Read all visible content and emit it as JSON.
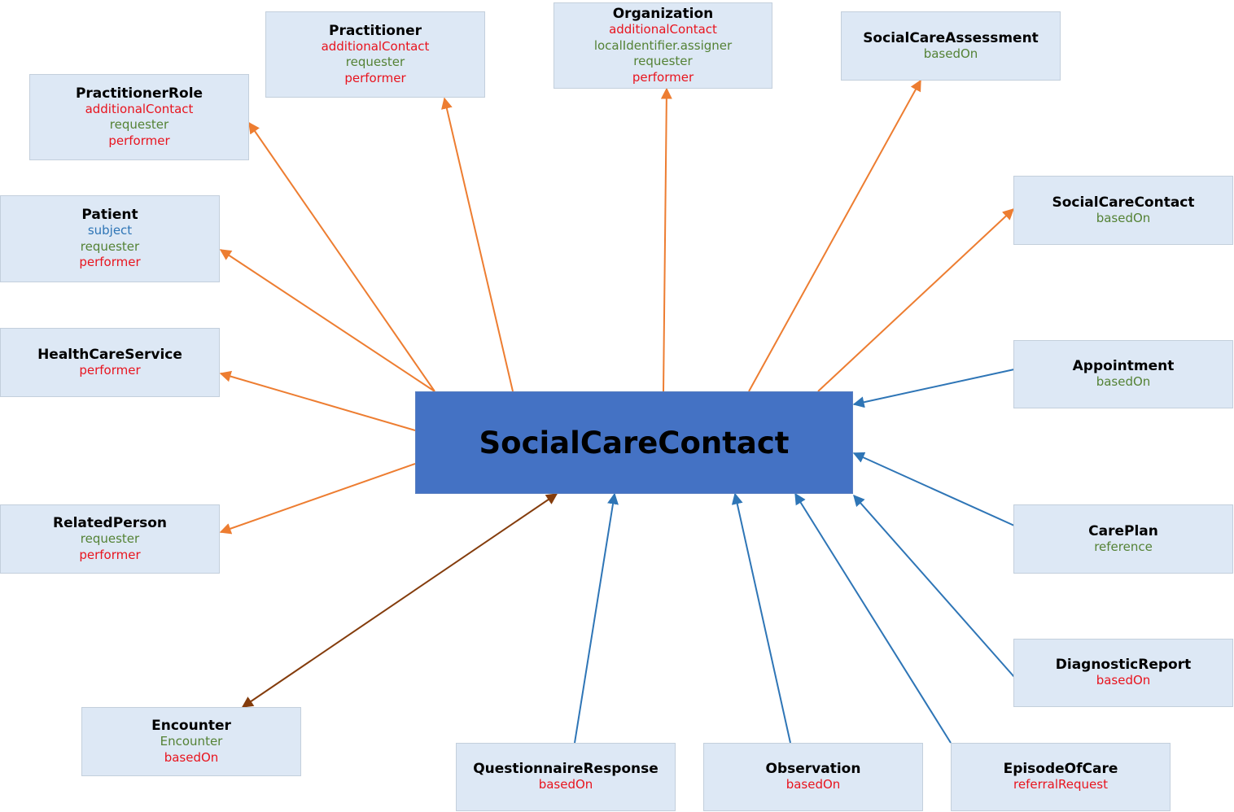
{
  "center": {
    "title": "SocialCareContact"
  },
  "colors": {
    "red": "#e8141e",
    "green": "#548235",
    "blue": "#2e75b6",
    "orange": "#ed7d31",
    "brown": "#843c0c"
  },
  "nodes": {
    "practitionerrole": {
      "title": "PractitionerRole",
      "relations": [
        {
          "label": "additionalContact",
          "color": "red"
        },
        {
          "label": "requester",
          "color": "green"
        },
        {
          "label": "performer",
          "color": "red"
        }
      ]
    },
    "practitioner": {
      "title": "Practitioner",
      "relations": [
        {
          "label": "additionalContact",
          "color": "red"
        },
        {
          "label": "requester",
          "color": "green"
        },
        {
          "label": "performer",
          "color": "red"
        }
      ]
    },
    "organization": {
      "title": "Organization",
      "relations": [
        {
          "label": "additionalContact",
          "color": "red"
        },
        {
          "label": "localIdentifier.assigner",
          "color": "green"
        },
        {
          "label": "requester",
          "color": "green"
        },
        {
          "label": "performer",
          "color": "red"
        }
      ]
    },
    "socialcareassessment": {
      "title": "SocialCareAssessment",
      "relations": [
        {
          "label": "basedOn",
          "color": "green"
        }
      ]
    },
    "socialcarecontact": {
      "title": "SocialCareContact",
      "relations": [
        {
          "label": "basedOn",
          "color": "green"
        }
      ]
    },
    "patient": {
      "title": "Patient",
      "relations": [
        {
          "label": "subject",
          "color": "blue"
        },
        {
          "label": "requester",
          "color": "green"
        },
        {
          "label": "performer",
          "color": "red"
        }
      ]
    },
    "healthcareservice": {
      "title": "HealthCareService",
      "relations": [
        {
          "label": "performer",
          "color": "red"
        }
      ]
    },
    "relatedperson": {
      "title": "RelatedPerson",
      "relations": [
        {
          "label": "requester",
          "color": "green"
        },
        {
          "label": "performer",
          "color": "red"
        }
      ]
    },
    "appointment": {
      "title": "Appointment",
      "relations": [
        {
          "label": "basedOn",
          "color": "green"
        }
      ]
    },
    "careplan": {
      "title": "CarePlan",
      "relations": [
        {
          "label": "reference",
          "color": "green"
        }
      ]
    },
    "diagnosticreport": {
      "title": "DiagnosticReport",
      "relations": [
        {
          "label": "basedOn",
          "color": "red"
        }
      ]
    },
    "encounter": {
      "title": "Encounter",
      "relations": [
        {
          "label": "Encounter",
          "color": "green"
        },
        {
          "label": "basedOn",
          "color": "red"
        }
      ]
    },
    "questionnaireresponse": {
      "title": "QuestionnaireResponse",
      "relations": [
        {
          "label": "basedOn",
          "color": "red"
        }
      ]
    },
    "observation": {
      "title": "Observation",
      "relations": [
        {
          "label": "basedOn",
          "color": "red"
        }
      ]
    },
    "episodeofcare": {
      "title": "EpisodeOfCare",
      "relations": [
        {
          "label": "referralRequest",
          "color": "red"
        }
      ]
    }
  },
  "edges": [
    {
      "target": "practitionerrole",
      "color": "orange",
      "direction": "outgoing"
    },
    {
      "target": "practitioner",
      "color": "orange",
      "direction": "outgoing"
    },
    {
      "target": "organization",
      "color": "orange",
      "direction": "outgoing"
    },
    {
      "target": "socialcareassessment",
      "color": "orange",
      "direction": "outgoing"
    },
    {
      "target": "socialcarecontact",
      "color": "orange",
      "direction": "outgoing"
    },
    {
      "target": "patient",
      "color": "orange",
      "direction": "outgoing"
    },
    {
      "target": "healthcareservice",
      "color": "orange",
      "direction": "outgoing"
    },
    {
      "target": "relatedperson",
      "color": "orange",
      "direction": "outgoing"
    },
    {
      "target": "encounter",
      "color": "brown",
      "direction": "bidirectional"
    },
    {
      "target": "appointment",
      "color": "blue",
      "direction": "incoming"
    },
    {
      "target": "careplan",
      "color": "blue",
      "direction": "incoming"
    },
    {
      "target": "diagnosticreport",
      "color": "blue",
      "direction": "incoming"
    },
    {
      "target": "questionnaireresponse",
      "color": "blue",
      "direction": "incoming"
    },
    {
      "target": "observation",
      "color": "blue",
      "direction": "incoming"
    },
    {
      "target": "episodeofcare",
      "color": "blue",
      "direction": "incoming"
    }
  ]
}
